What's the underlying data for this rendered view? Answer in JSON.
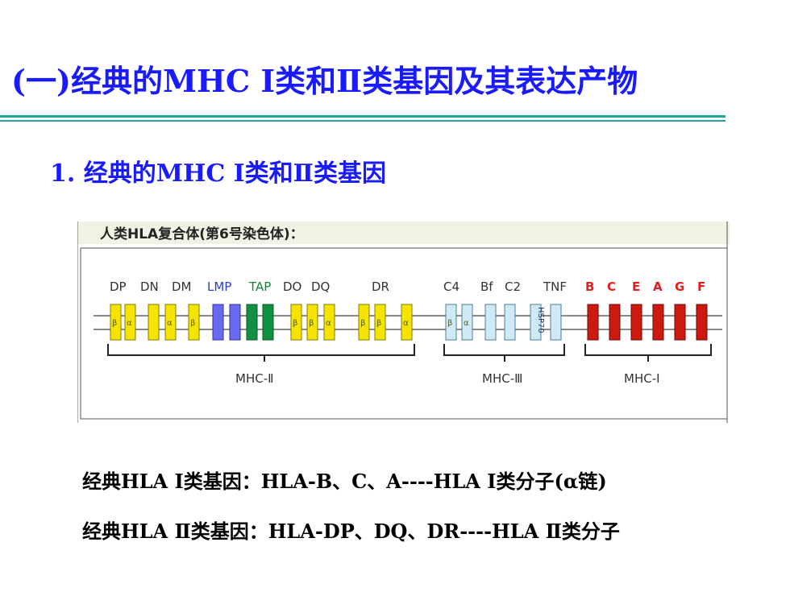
{
  "title": "(一)经典的MHC Ⅰ类和Ⅱ类基因及其表达产物",
  "subtitle": "1. 经典的MHC Ⅰ类和Ⅱ类基因",
  "figure": {
    "header": "人类HLA复合体(第6号染色体)：",
    "gene_labels": [
      {
        "text": "DP",
        "color": "#333333"
      },
      {
        "text": "DN",
        "color": "#333333"
      },
      {
        "text": "DM",
        "color": "#333333"
      },
      {
        "text": "LMP",
        "color": "#2a3fd0"
      },
      {
        "text": "TAP",
        "color": "#118833"
      },
      {
        "text": "DO",
        "color": "#333333"
      },
      {
        "text": "DQ",
        "color": "#333333"
      },
      {
        "text": "DR",
        "color": "#333333"
      },
      {
        "text": "C4",
        "color": "#333333"
      },
      {
        "text": "Bf",
        "color": "#333333"
      },
      {
        "text": "C2",
        "color": "#333333"
      },
      {
        "text": "TNF",
        "color": "#333333"
      },
      {
        "text": "B",
        "color": "#e02020"
      },
      {
        "text": "C",
        "color": "#e02020"
      },
      {
        "text": "E",
        "color": "#e02020"
      },
      {
        "text": "A",
        "color": "#e02020"
      },
      {
        "text": "G",
        "color": "#e02020"
      },
      {
        "text": "F",
        "color": "#e02020"
      }
    ],
    "genes": [
      {
        "label": "β",
        "kind": "yellow"
      },
      {
        "label": "α",
        "kind": "yellow"
      },
      {
        "label": "",
        "kind": "yellow"
      },
      {
        "label": "α",
        "kind": "yellow"
      },
      {
        "label": "β",
        "kind": "yellow"
      },
      {
        "label": "",
        "kind": "blue"
      },
      {
        "label": "",
        "kind": "blue"
      },
      {
        "label": "",
        "kind": "green"
      },
      {
        "label": "",
        "kind": "green"
      },
      {
        "label": "β",
        "kind": "yellow"
      },
      {
        "label": "β",
        "kind": "yellow"
      },
      {
        "label": "α",
        "kind": "yellow"
      },
      {
        "label": "β",
        "kind": "yellow"
      },
      {
        "label": "β",
        "kind": "yellow"
      },
      {
        "label": "α",
        "kind": "yellow"
      },
      {
        "label": "β",
        "kind": "lightblue"
      },
      {
        "label": "α",
        "kind": "lightblue"
      },
      {
        "label": "",
        "kind": "lightblue"
      },
      {
        "label": "",
        "kind": "lightblue"
      },
      {
        "label": "HSP70",
        "kind": "lightblue"
      },
      {
        "label": "",
        "kind": "lightblue"
      },
      {
        "label": "",
        "kind": "red"
      },
      {
        "label": "",
        "kind": "red"
      },
      {
        "label": "",
        "kind": "red"
      },
      {
        "label": "",
        "kind": "red"
      },
      {
        "label": "",
        "kind": "red"
      },
      {
        "label": "",
        "kind": "red"
      }
    ],
    "regions": [
      {
        "label": "MHC-Ⅱ"
      },
      {
        "label": "MHC-Ⅲ"
      },
      {
        "label": "MHC-Ⅰ"
      }
    ],
    "colors": {
      "yellow": "#f5e400",
      "blue": "#6a6af0",
      "green": "#109040",
      "lightblue": "#cfe9f5",
      "red": "#cc1a10",
      "header_bg": "#eef3e4"
    }
  },
  "lines": {
    "line1": "经典HLA Ⅰ类基因：HLA-B、C、A----HLA Ⅰ类分子(α链)",
    "line2": "经典HLA Ⅱ类基因：HLA-DP、DQ、DR----HLA Ⅱ类分子"
  }
}
